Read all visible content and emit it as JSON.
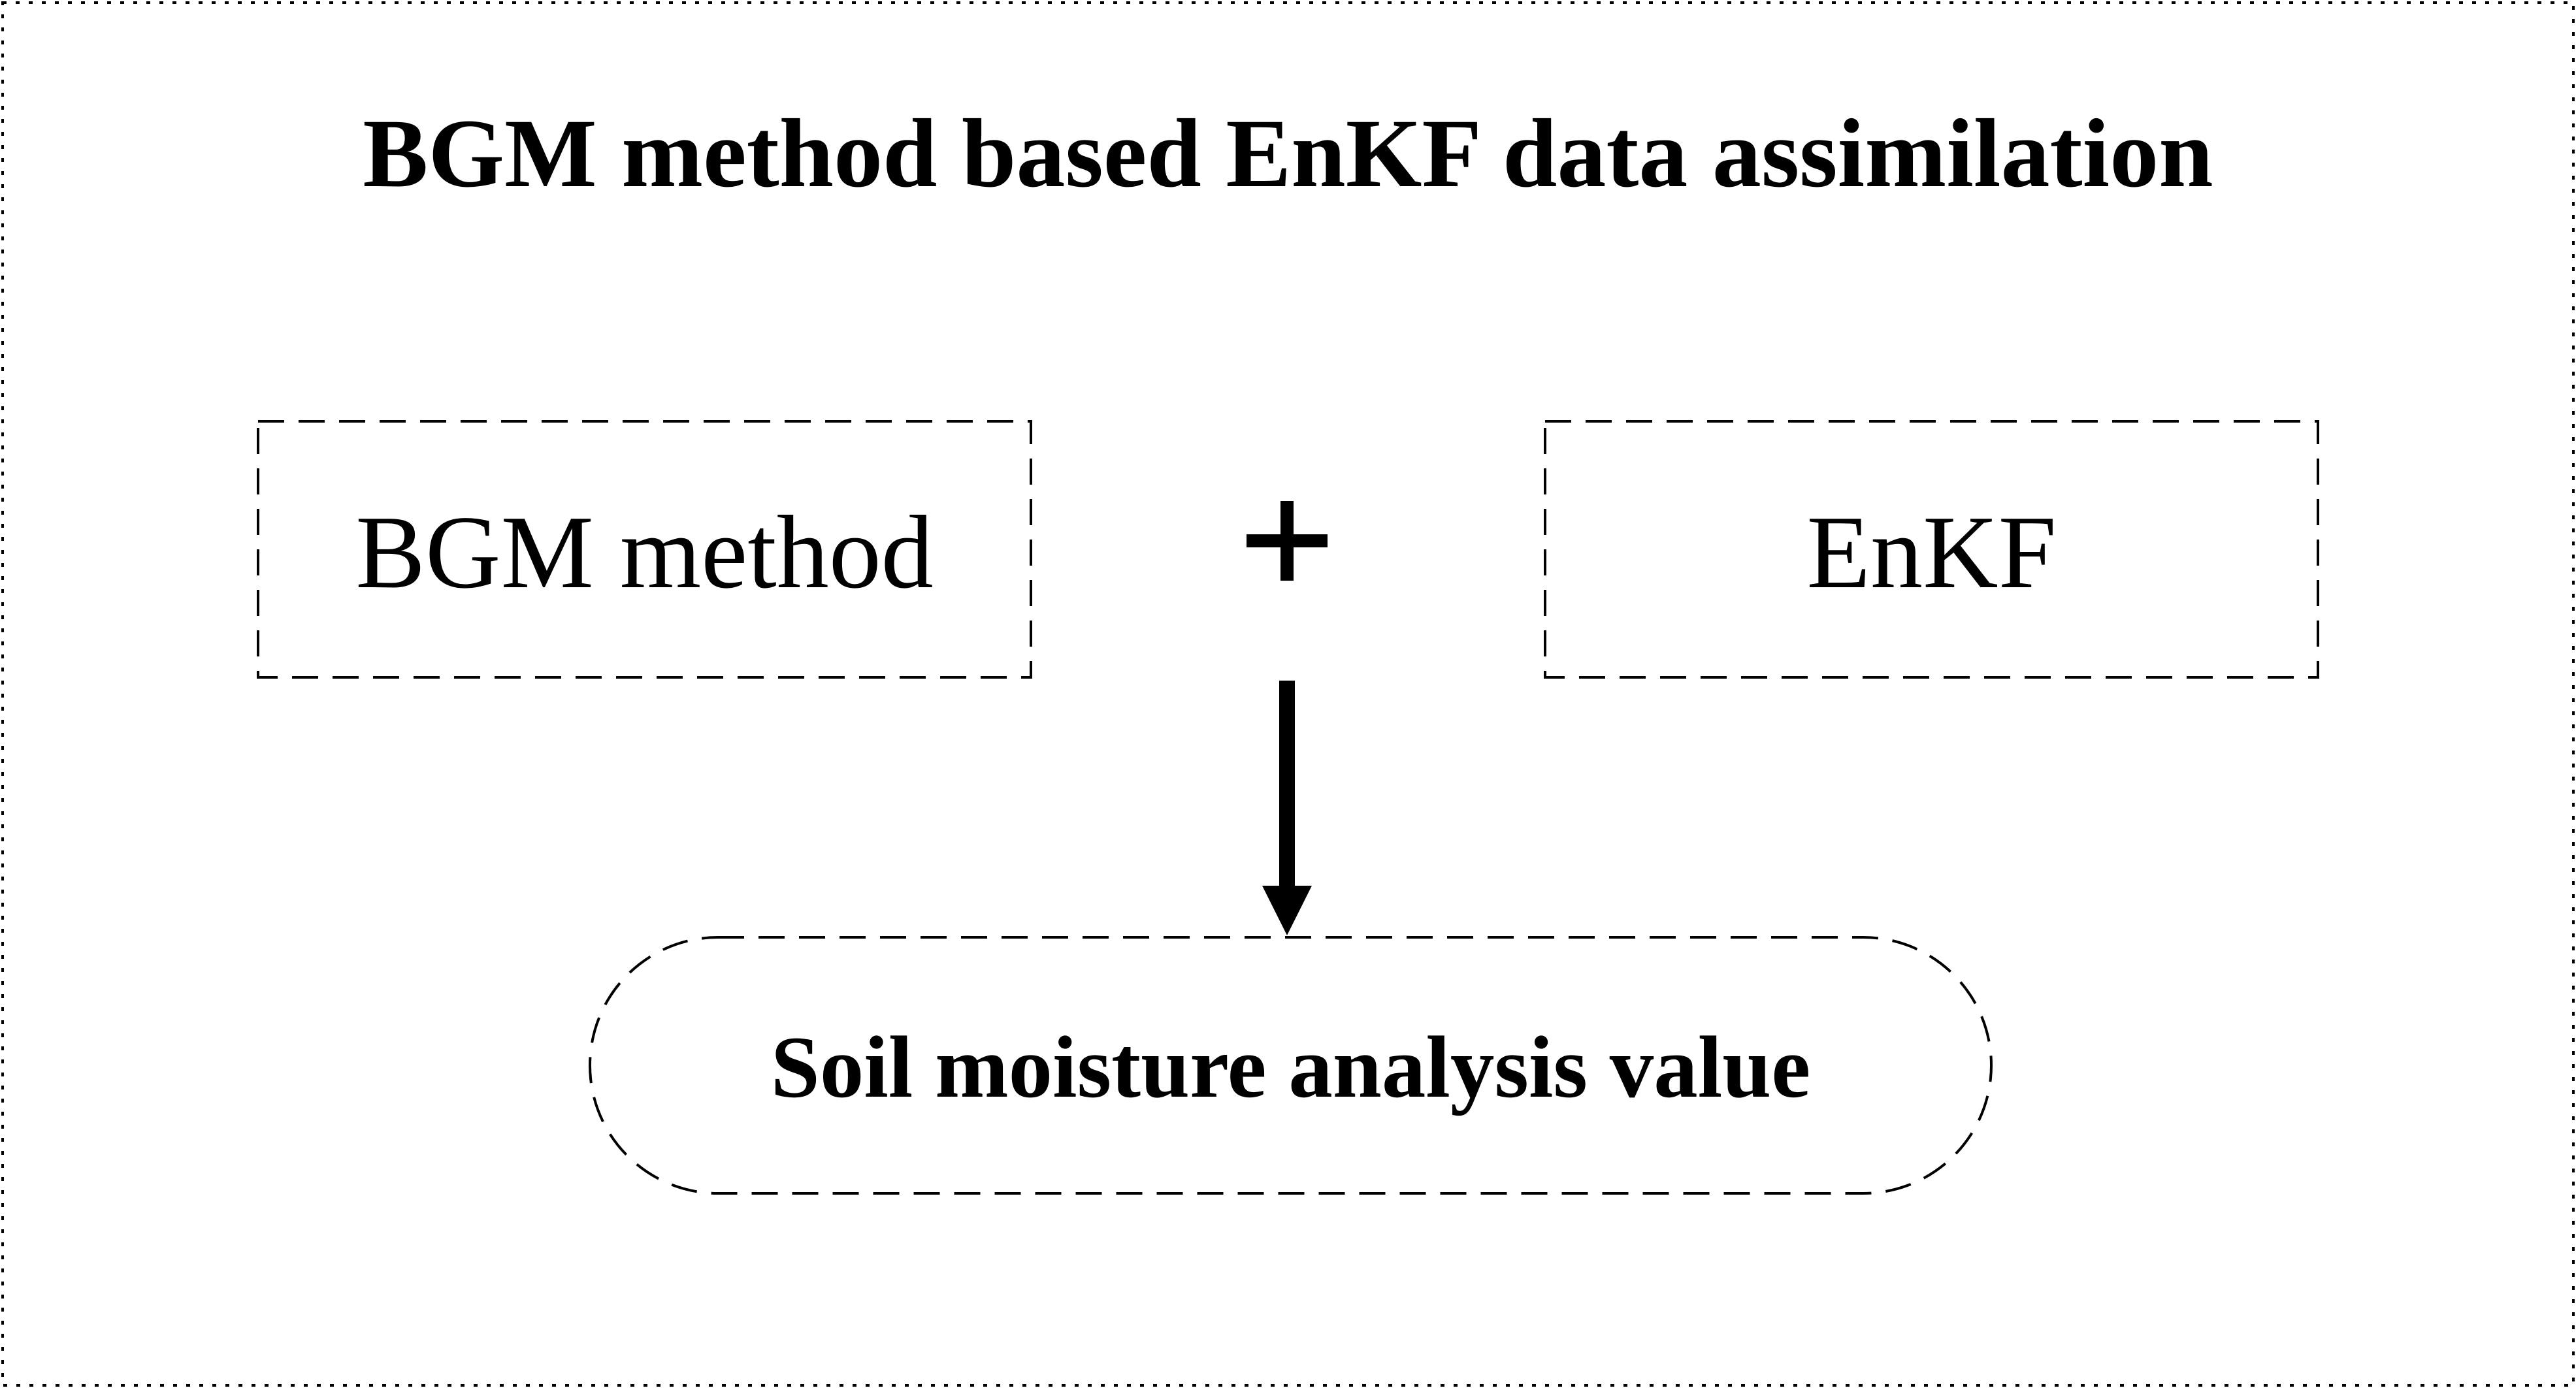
{
  "title": "BGM method based EnKF data assimilation",
  "box_left": {
    "label": "BGM method"
  },
  "operator": {
    "symbol": "+"
  },
  "box_right": {
    "label": "EnKF"
  },
  "result": {
    "label": "Soil moisture analysis value"
  },
  "colors": {
    "stroke": "#000000",
    "background": "#ffffff"
  }
}
